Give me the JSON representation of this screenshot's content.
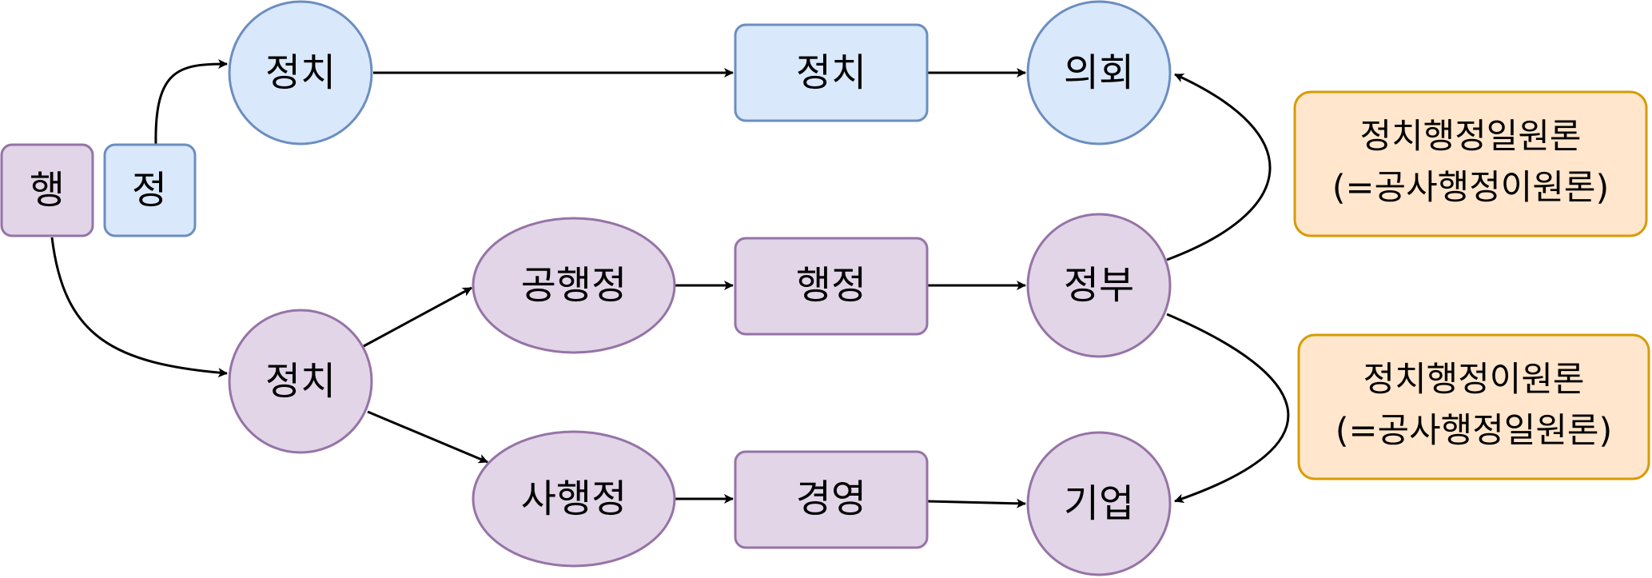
{
  "colors": {
    "blue_fill": "#dae8fc",
    "blue_stroke": "#6c8ebf",
    "purple_fill": "#e1d5e7",
    "purple_stroke": "#9673a6",
    "orange_fill": "#ffe6cc",
    "orange_stroke": "#d79b00",
    "edge": "#000000"
  },
  "nodes": {
    "haeng": "행",
    "jeong": "정",
    "politics_top_circle": "정치",
    "politics_top_box": "정치",
    "assembly": "의회",
    "politics_bottom_circle": "정치",
    "public_admin": "공행정",
    "administration": "행정",
    "government": "정부",
    "private_admin": "사행정",
    "management": "경영",
    "enterprise": "기업"
  },
  "notes": {
    "monism": [
      "정치행정일원론",
      "(=공사행정이원론)"
    ],
    "dualism": [
      "정치행정이원론",
      "(=공사행정일원론)"
    ]
  }
}
